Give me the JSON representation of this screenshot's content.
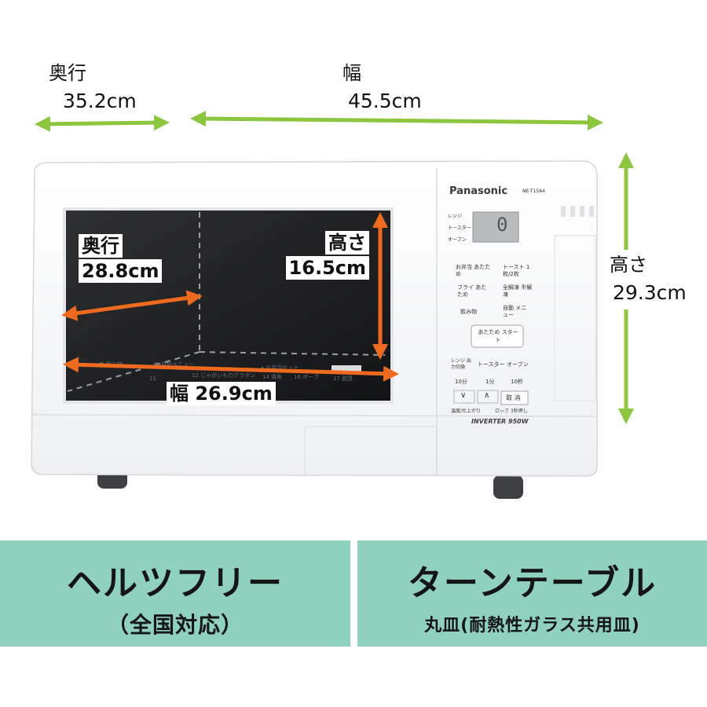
{
  "dimensions": {
    "outer_depth": {
      "label": "奥行",
      "value": "35.2cm"
    },
    "outer_width": {
      "label": "幅",
      "value": "45.5cm"
    },
    "outer_height": {
      "label": "高さ",
      "value": "29.3cm"
    },
    "inner_depth": {
      "label": "奥行",
      "value": "28.8cm"
    },
    "inner_height": {
      "label": "高さ",
      "value": "16.5cm"
    },
    "inner_width": {
      "label": "幅",
      "value": "26.9cm"
    }
  },
  "product": {
    "brand": "Panasonic",
    "model": "NE-T15A4",
    "display_value": "0",
    "mode_labels": [
      "レンジ",
      "トースター",
      "オーブン"
    ],
    "inverter": "INVERTER 950W",
    "buttons": {
      "b3": "お弁当 あたため",
      "b4": "トースト 1枚/2枚",
      "b5": "フライ あたため",
      "b6": "全解凍 半解凍",
      "b8": "飲み物",
      "b10": "自動 メニュー",
      "start": "あたため スタート",
      "range": "レンジ 出力切換",
      "toaster": "トースター",
      "oven": "オーブン",
      "t10m": "10分",
      "t1m": "1分",
      "t10s": "10秒",
      "down": "∨",
      "up": "∧",
      "cancel": "取 消",
      "temp": "温度/仕上がり",
      "lock": "ロック 3秒押し"
    }
  },
  "features": [
    {
      "title": "ヘルツフリー",
      "subtitle": "（全国対応）"
    },
    {
      "title": "ターンテーブル",
      "subtitle": "丸皿(耐熱性ガラス共用皿)"
    }
  ],
  "colors": {
    "green_arrow": "#8cc63f",
    "orange_arrow": "#ee6a1f",
    "feature_bg": "#8fd0bf"
  }
}
